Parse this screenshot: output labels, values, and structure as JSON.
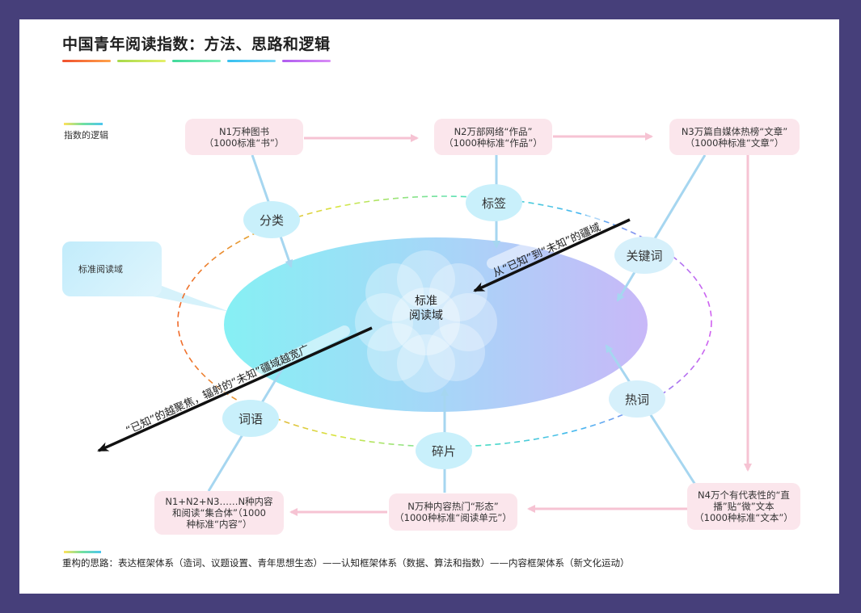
{
  "title": "中国青年阅读指数：方法、思路和逻辑",
  "title_bar_colors": [
    "#ff7a3d",
    "#c6e64a",
    "#56e0a4",
    "#4cc6ef",
    "#c46cf0"
  ],
  "legend_logic": "指数的逻辑",
  "legend_standard_domain": "标准阅读域",
  "center": {
    "line1": "标准",
    "line2": "阅读域"
  },
  "boxes": {
    "n1": {
      "line1": "N1万种图书",
      "line2": "（1000标准“书”）"
    },
    "n2": {
      "line1": "N2万部网络“作品”",
      "line2": "（1000种标准“作品”）"
    },
    "n3": {
      "line1": "N3万篇自媒体热榜“文章”",
      "line2": "（1000种标准“文章”）"
    },
    "n4": {
      "line1": "N4万个有代表性的“直",
      "line2": "播”贴“微”文本",
      "line3": "（1000种标准“文本”）"
    },
    "nmid": {
      "line1": "N万种内容热门“形态”",
      "line2": "（1000种标准“阅读单元”）"
    },
    "nsum": {
      "line1": "N1+N2+N3……N种内容",
      "line2": "和阅读“集合体”（1000",
      "line3": "种标准“内容”）"
    }
  },
  "circles": {
    "fenlei": "分类",
    "biaoqian": "标签",
    "guanjianci": "关键词",
    "reci": "热词",
    "suipian": "碎片",
    "ciyu": "词语"
  },
  "arrow_labels": {
    "known_to_unknown": "从“已知”到“未知”的疆域",
    "known_focus": "“已知”的越聚焦，辐射的“未知”疆域越宽广"
  },
  "footer": "重构的思路：表达框架体系（造词、议题设置、青年思想生态）——认知框架体系（数据、算法和指数）——内容框架体系（新文化运动）"
}
